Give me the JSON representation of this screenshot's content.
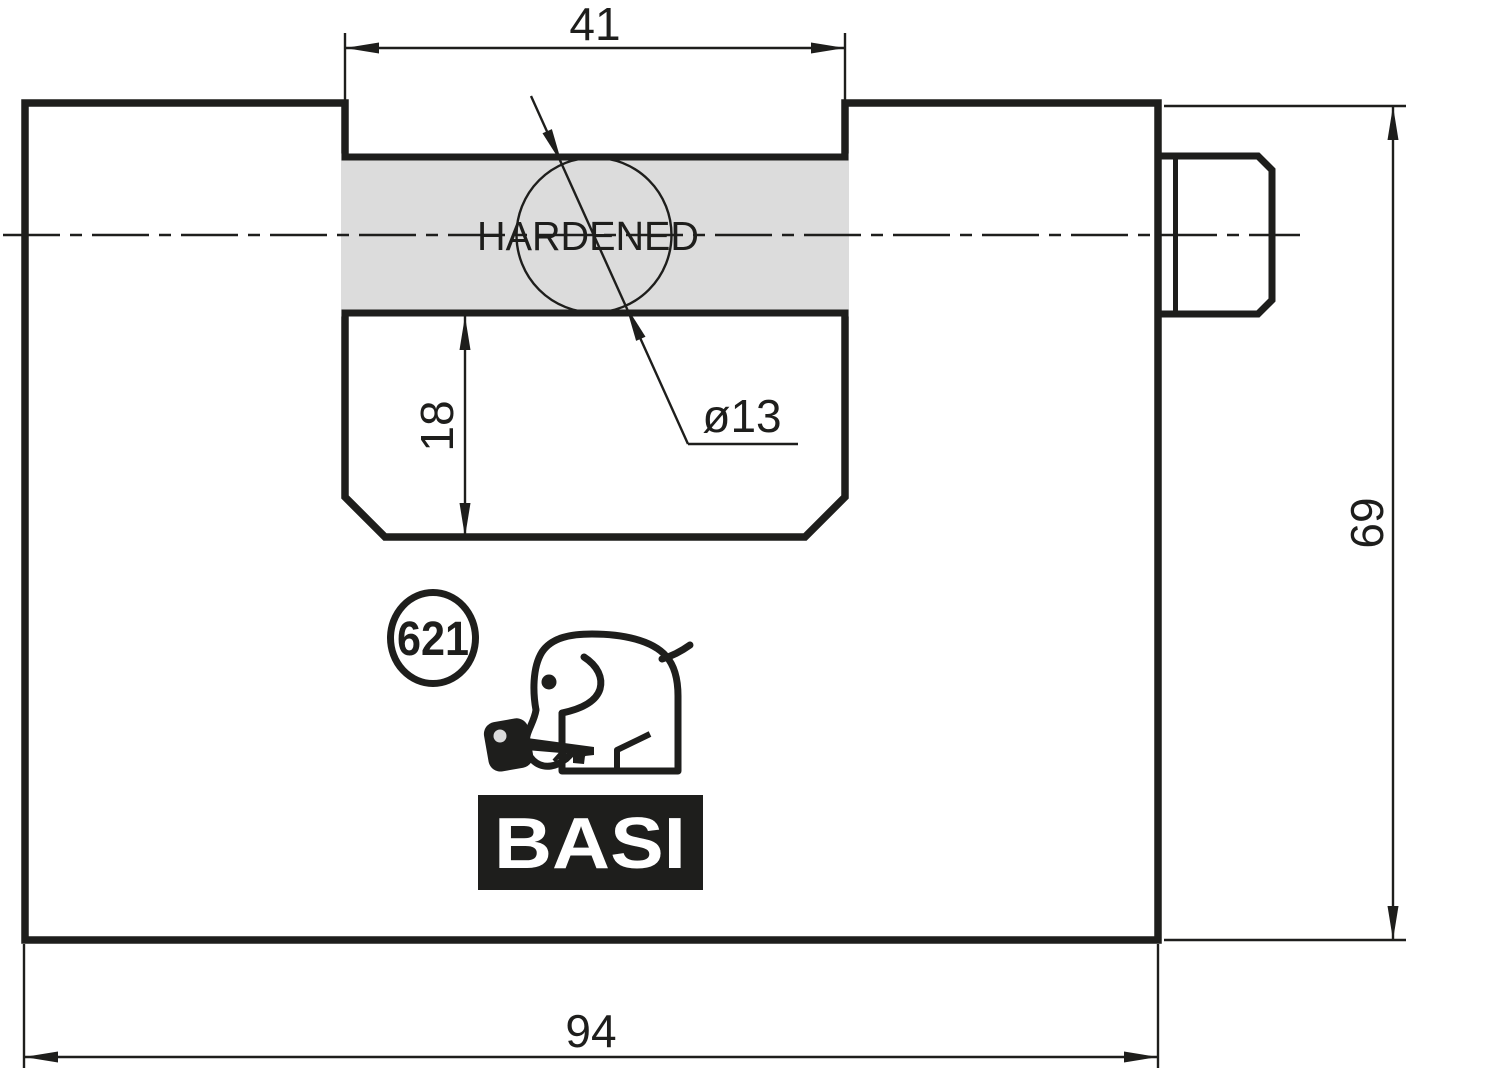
{
  "drawing": {
    "type": "technical-drawing",
    "subject": "rectangular armored padlock, front view",
    "dimensions": {
      "shackle_opening_width": "41",
      "opening_depth": "18",
      "shackle_diameter": "ø13",
      "body_height": "69",
      "body_width": "94"
    },
    "annotations": {
      "shackle_label": "HARDENED"
    },
    "logo": {
      "model_number": "621",
      "brand": "BASI"
    },
    "colors": {
      "background": "#ffffff",
      "body_fill": "#dcdcdc",
      "shackle_section_fill": "#c1c1c1",
      "line": "#1e1e1c"
    }
  }
}
